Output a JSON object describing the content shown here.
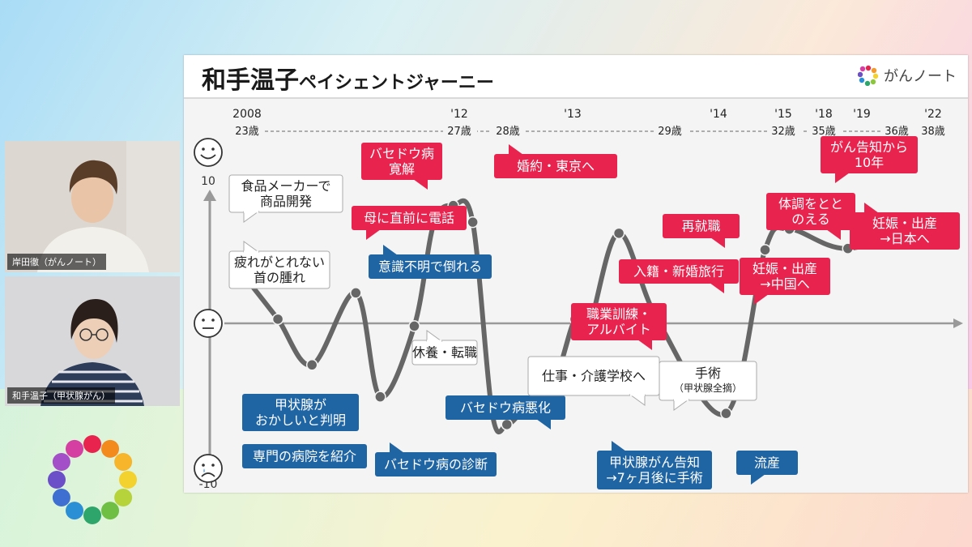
{
  "slide": {
    "title_main": "和手温子",
    "title_sub": "ペイシェントジャーニー",
    "brand": "がんノート"
  },
  "participants": [
    {
      "name": "岸田徹（がんノート）"
    },
    {
      "name": "和手温子（甲状腺がん）"
    }
  ],
  "chart_data": {
    "type": "line",
    "y_max_label": "10",
    "y_min_label": "-10",
    "ylim": [
      -10,
      10
    ],
    "timeline": [
      {
        "year": "2008",
        "age": "23歳"
      },
      {
        "year": "'12",
        "age": "27歳"
      },
      {
        "year": "",
        "age": "28歳"
      },
      {
        "year": "'13",
        "age": ""
      },
      {
        "year": "",
        "age": "29歳"
      },
      {
        "year": "'14",
        "age": ""
      },
      {
        "year": "'15",
        "age": "32歳"
      },
      {
        "year": "'18",
        "age": "35歳"
      },
      {
        "year": "'19",
        "age": ""
      },
      {
        "year": "",
        "age": "36歳"
      },
      {
        "year": "'22",
        "age": "38歳"
      }
    ],
    "events": [
      {
        "label": "食品メーカーで\n商品開発",
        "type": "neutral"
      },
      {
        "label": "疲れがとれない\n首の腫れ",
        "type": "neutral"
      },
      {
        "label": "甲状腺が\nおかしいと判明",
        "type": "negative"
      },
      {
        "label": "専門の病院を紹介",
        "type": "negative"
      },
      {
        "label": "母に直前に電話",
        "type": "positive"
      },
      {
        "label": "意識不明で倒れる",
        "type": "negative"
      },
      {
        "label": "バセドウ病の診断",
        "type": "negative"
      },
      {
        "label": "休養・転職",
        "type": "neutral"
      },
      {
        "label": "バセドウ病\n寛解",
        "type": "positive"
      },
      {
        "label": "婚約・東京へ",
        "type": "positive"
      },
      {
        "label": "バセドウ病悪化",
        "type": "negative"
      },
      {
        "label": "仕事・介護学校へ",
        "type": "neutral"
      },
      {
        "label": "甲状腺がん告知\n→7ヶ月後に手術",
        "type": "negative"
      },
      {
        "label": "手術",
        "sublabel": "（甲状腺全摘）",
        "type": "neutral"
      },
      {
        "label": "職業訓練・\nアルバイト",
        "type": "positive"
      },
      {
        "label": "入籍・新婚旅行",
        "type": "positive"
      },
      {
        "label": "再就職",
        "type": "positive"
      },
      {
        "label": "妊娠・出産\n→中国へ",
        "type": "positive"
      },
      {
        "label": "流産",
        "type": "negative"
      },
      {
        "label": "体調をとと\nのえる",
        "type": "positive"
      },
      {
        "label": "がん告知から\n10年",
        "type": "positive"
      },
      {
        "label": "妊娠・出産\n→日本へ",
        "type": "positive"
      }
    ],
    "points": [
      {
        "x": 2008.0,
        "y": 3.0
      },
      {
        "x": 2008.6,
        "y": 0.3
      },
      {
        "x": 2009.3,
        "y": -3.0
      },
      {
        "x": 2010.2,
        "y": 2.2
      },
      {
        "x": 2010.7,
        "y": -5.3
      },
      {
        "x": 2011.4,
        "y": -0.2
      },
      {
        "x": 2011.8,
        "y": 7.2
      },
      {
        "x": 2012.2,
        "y": 8.5
      },
      {
        "x": 2012.6,
        "y": 7.3
      },
      {
        "x": 2013.0,
        "y": -6.5
      },
      {
        "x": 2013.3,
        "y": -7.3
      },
      {
        "x": 2013.6,
        "y": -6.4
      },
      {
        "x": 2013.9,
        "y": -5.4
      },
      {
        "x": 2014.3,
        "y": -4.0
      },
      {
        "x": 2014.7,
        "y": 0.3
      },
      {
        "x": 2015.0,
        "y": 0.0
      },
      {
        "x": 2015.6,
        "y": 6.5
      },
      {
        "x": 2016.4,
        "y": 0.2
      },
      {
        "x": 2017.8,
        "y": -6.5
      },
      {
        "x": 2018.6,
        "y": 5.3
      },
      {
        "x": 2019.1,
        "y": 6.8
      },
      {
        "x": 2020.3,
        "y": 5.4
      },
      {
        "x": 2022.0,
        "y": 7.3
      }
    ]
  },
  "colors": {
    "positive": "#e8244e",
    "negative": "#1f64a3",
    "neutral": "#ffffff",
    "line": "#666666"
  }
}
